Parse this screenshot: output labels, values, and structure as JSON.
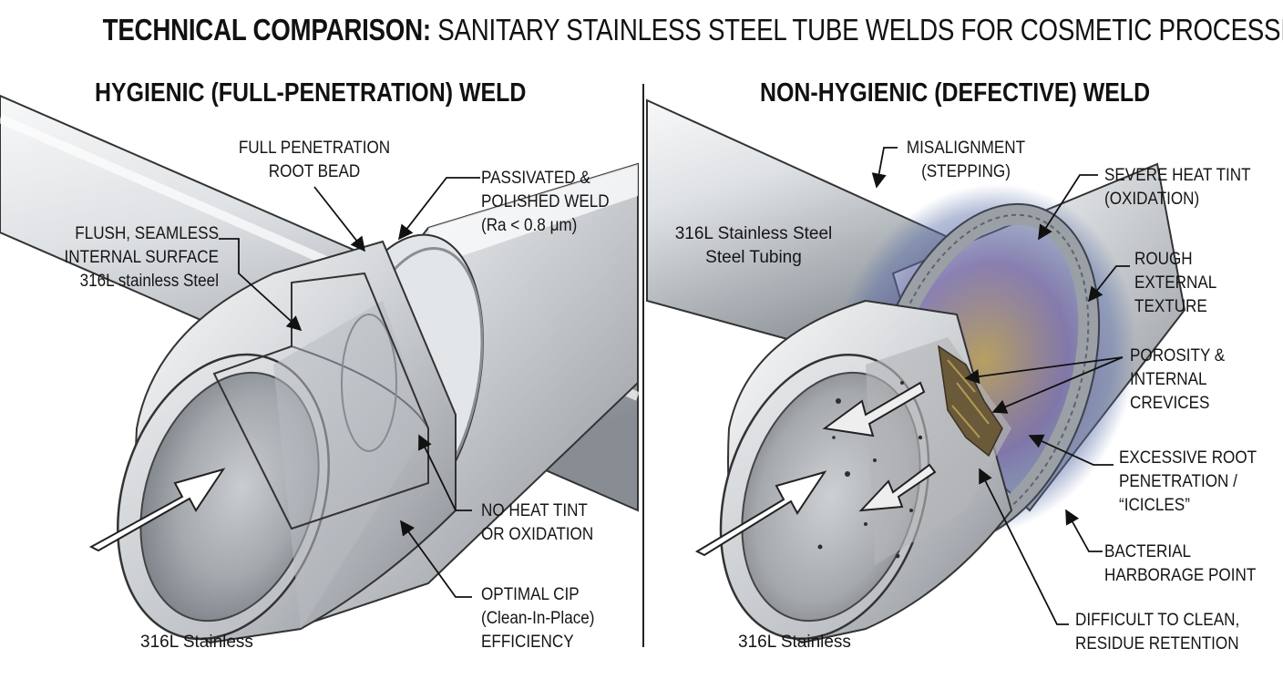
{
  "title": {
    "bold": "TECHNICAL COMPARISON:",
    "rest": "SANITARY STAINLESS STEEL TUBE WELDS FOR COSMETIC PROCESSING"
  },
  "left_panel": {
    "heading": "HYGIENIC (FULL-PENETRATION) WELD",
    "labels": {
      "root_bead": "FULL PENETRATION\nROOT BEAD",
      "passivated": "PASSIVATED &\nPOLISHED WELD\n(Ra < 0.8 μm)",
      "flush": "FLUSH, SEAMLESS\nINTERNAL SURFACE\n316L stainless Steel",
      "no_heat_tint": "NO HEAT TINT\nOR OXIDATION",
      "optimal_cip": "OPTIMAL CIP\n(Clean-In-Place)\nEFFICIENCY",
      "material": "316L Stainless"
    }
  },
  "right_panel": {
    "heading": "NON-HYGIENIC (DEFECTIVE) WELD",
    "labels": {
      "misalignment": "MISALIGNMENT\n(STEPPING)",
      "heat_tint": "SEVERE HEAT TINT\n(OXIDATION)",
      "tubing": "316L Stainless Steel\nSteel Tubing",
      "rough": "ROUGH\nEXTERNAL\nTEXTURE",
      "porosity": "POROSITY &\nINTERNAL\nCREVICES",
      "excessive_root": "EXCESSIVE ROOT\nPENETRATION /\n“ICICLES”",
      "bacterial": "BACTERIAL\nHARBORAGE POINT",
      "difficult": "DIFFICULT TO CLEAN,\nRESIDUE RETENTION",
      "material": "316L Stainless"
    }
  },
  "colors": {
    "steel_light": "#f2f3f5",
    "steel_mid": "#c4c8cd",
    "steel_dark": "#7d8288",
    "heat_tint_blue": "#5a6fa8",
    "heat_tint_gold": "#b59a52",
    "defect_dark": "#4a4030"
  }
}
